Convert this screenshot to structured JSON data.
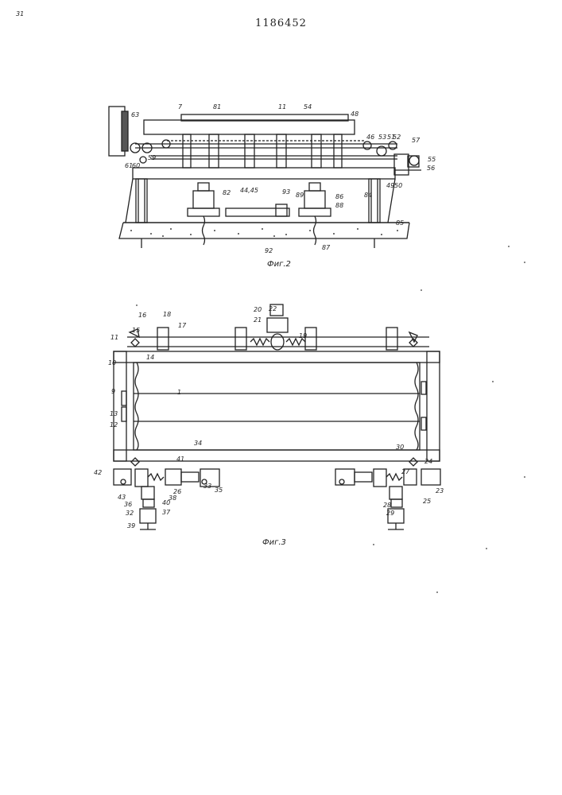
{
  "document": {
    "patent_number": "1186452"
  },
  "figures": [
    {
      "id": "fig2",
      "caption": "Фиг.2",
      "labels": [
        "63",
        "7",
        "81",
        "11",
        "54",
        "48",
        "52",
        "57",
        "46",
        "53",
        "51",
        "55",
        "56",
        "61",
        "60",
        "59",
        "82",
        "44,45",
        "93",
        "89",
        "86",
        "88",
        "84",
        "85",
        "49",
        "50",
        "92",
        "87"
      ]
    },
    {
      "id": "fig3",
      "caption": "Фиг.3",
      "labels": [
        "16",
        "15",
        "18",
        "17",
        "14",
        "11",
        "10",
        "9",
        "13",
        "12",
        "1",
        "20",
        "21",
        "22",
        "19",
        "34",
        "41",
        "42",
        "43",
        "36",
        "32",
        "39",
        "40",
        "37",
        "38",
        "26",
        "33",
        "35",
        "30",
        "27",
        "24",
        "23",
        "25",
        "29",
        "28",
        "31"
      ]
    }
  ],
  "colors": {
    "ink": "#222222",
    "paper": "#ffffff"
  }
}
